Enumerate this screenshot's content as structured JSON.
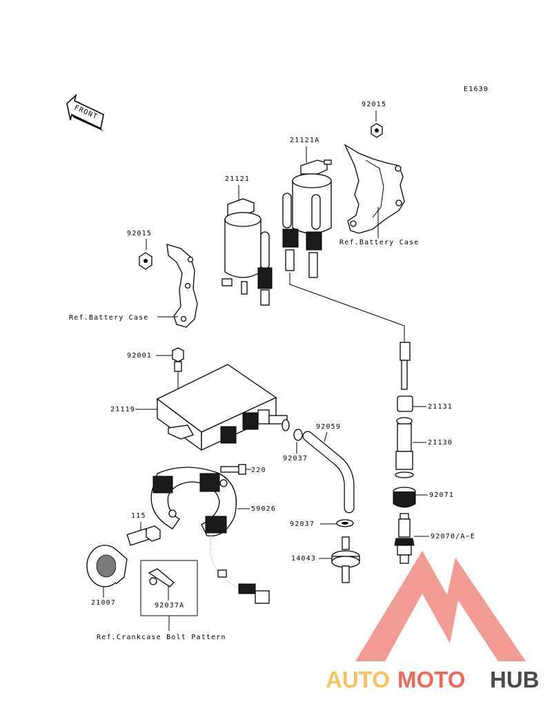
{
  "diagram_code": "E1630",
  "front_label": "FRONT",
  "labels": {
    "p92015_top": "92015",
    "p21121A": "21121A",
    "p21121": "21121",
    "p92015_left": "92015",
    "ref_battery_right": "Ref.Battery Case",
    "ref_battery_left": "Ref.Battery Case",
    "p92001": "92001",
    "p21119": "21119",
    "p92059": "92059",
    "p92037_upper": "92037",
    "p21131": "21131",
    "p21130": "21130",
    "p220": "220",
    "p59026": "59026",
    "p92071": "92071",
    "p115": "115",
    "p92037_lower": "92037",
    "p92070": "92070/A~E",
    "p14043": "14043",
    "p21007": "21007",
    "p92037A": "92037A",
    "ref_crankcase": "Ref.Crankcase Bolt Pattern"
  },
  "watermark": {
    "part1": "AUTO",
    "part2": "MOTO",
    "part3": "HUB",
    "colors": {
      "auto": "#f7c15c",
      "moto": "#f0665b",
      "hub": "#4a4a4a",
      "logo": "#f08a80"
    }
  }
}
